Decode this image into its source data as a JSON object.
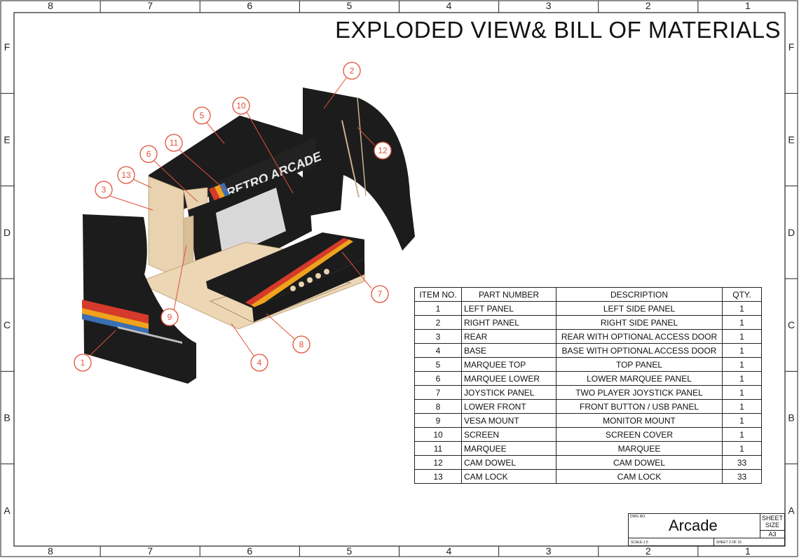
{
  "title": "EXPLODED VIEW& BILL OF MATERIALS",
  "frame": {
    "columns": [
      "8",
      "7",
      "6",
      "5",
      "4",
      "3",
      "2",
      "1"
    ],
    "rows": [
      "F",
      "E",
      "D",
      "C",
      "B",
      "A"
    ]
  },
  "drawing": {
    "marquee_text": "RETRO ARCADE",
    "colors": {
      "panel": "#1c1c1c",
      "wood": "#e8d2b0",
      "screen": "#d8d8d8",
      "balloon": "#e0533a"
    },
    "stripe_colors": [
      "#d63a2a",
      "#f0a21c",
      "#3a6fb5"
    ]
  },
  "balloons": [
    "1",
    "2",
    "3",
    "4",
    "5",
    "6",
    "7",
    "8",
    "9",
    "10",
    "11",
    "12",
    "13"
  ],
  "bom": {
    "headers": [
      "ITEM NO.",
      "PART NUMBER",
      "DESCRIPTION",
      "QTY."
    ],
    "rows": [
      [
        "1",
        "LEFT PANEL",
        "LEFT SIDE PANEL",
        "1"
      ],
      [
        "2",
        "RIGHT PANEL",
        "RIGHT SIDE PANEL",
        "1"
      ],
      [
        "3",
        "REAR",
        "REAR WITH OPTIONAL ACCESS DOOR",
        "1"
      ],
      [
        "4",
        "BASE",
        "BASE WITH OPTIONAL ACCESS DOOR",
        "1"
      ],
      [
        "5",
        "MARQUEE TOP",
        "TOP PANEL",
        "1"
      ],
      [
        "6",
        "MARQUEE LOWER",
        "LOWER MARQUEE PANEL",
        "1"
      ],
      [
        "7",
        "JOYSTICK PANEL",
        "TWO PLAYER JOYSTICK PANEL",
        "1"
      ],
      [
        "8",
        "LOWER FRONT",
        "FRONT BUTTON / USB PANEL",
        "1"
      ],
      [
        "9",
        "VESA MOUNT",
        "MONITOR MOUNT",
        "1"
      ],
      [
        "10",
        "SCREEN",
        "SCREEN COVER",
        "1"
      ],
      [
        "11",
        "MARQUEE",
        "MARQUEE",
        "1"
      ],
      [
        "12",
        "CAM DOWEL",
        "CAM DOWEL",
        "33"
      ],
      [
        "13",
        "CAM LOCK",
        "CAM LOCK",
        "33"
      ]
    ]
  },
  "title_block": {
    "dwg_no_label": "DWG NO.",
    "dwg_no": "Arcade",
    "sheet_label": "SHEET",
    "size_label": "SIZE",
    "size": "A3",
    "scale": "SCALE:1:5",
    "sheet": "SHEET 2 OF 15"
  }
}
